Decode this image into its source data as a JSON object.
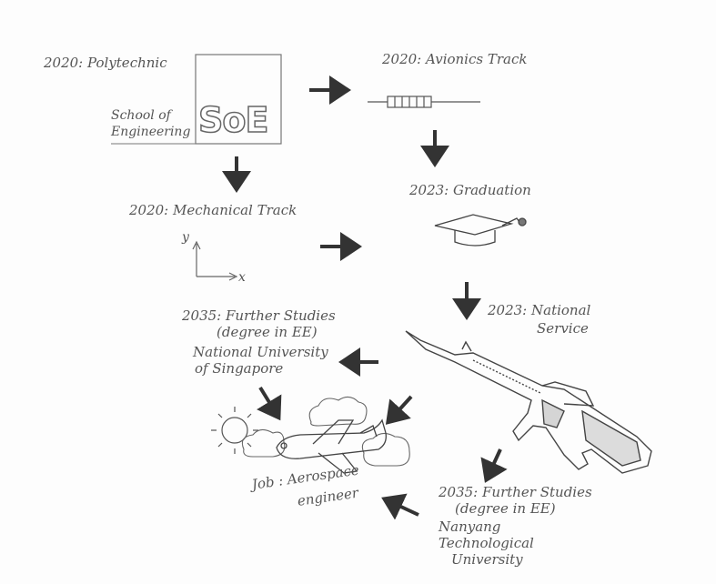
{
  "nodes": {
    "polytechnic": {
      "year_label": "2020: Polytechnic",
      "school_label_1": "School of",
      "school_label_2": "Engineering",
      "logo_text": "SoE"
    },
    "avionics": {
      "label": "2020: Avionics Track"
    },
    "mechanical": {
      "label": "2020: Mechanical Track",
      "axis_y": "y",
      "axis_x": "x"
    },
    "graduation": {
      "label": "2023: Graduation"
    },
    "national_service": {
      "label_1": "2023: National",
      "label_2": "Service"
    },
    "nus": {
      "label_1": "2035: Further Studies",
      "label_2": "(degree in EE)",
      "label_3": "National University",
      "label_4": "of Singapore"
    },
    "ntu": {
      "label_1": "2035: Further Studies",
      "label_2": "(degree in EE)",
      "label_3": "Nanyang",
      "label_4": "Technological",
      "label_5": "University"
    },
    "job": {
      "label_1": "Job : Aerospace",
      "label_2": "engineer"
    }
  },
  "colors": {
    "pencil": "#555555",
    "arrow": "#333333",
    "paper": "#fdfdfd"
  },
  "icons": [
    "soe-logo-icon",
    "resistor-icon",
    "axes-icon",
    "graduation-cap-icon",
    "rifle-icon",
    "sun-icon",
    "cloud-icon",
    "airplane-icon",
    "arrow-icon"
  ]
}
